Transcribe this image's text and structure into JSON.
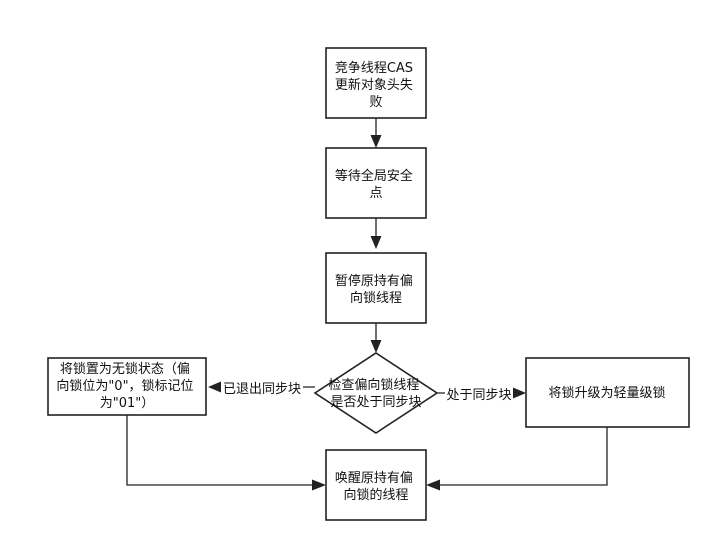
{
  "nodes": {
    "cas_fail": {
      "lines": [
        "竞争线程CAS",
        "更新对象头失",
        "败"
      ]
    },
    "safepoint": {
      "lines": [
        "等待全局安全",
        "点"
      ]
    },
    "pause": {
      "lines": [
        "暂停原持有偏",
        "向锁线程"
      ]
    },
    "check": {
      "lines": [
        "检查偏向锁线程",
        "是否处于同步块"
      ]
    },
    "unlock": {
      "lines": [
        "将锁置为无锁状态（偏",
        "向锁位为\"0\"，锁标记位",
        "为\"01\"）"
      ]
    },
    "upgrade": {
      "lines": [
        "将锁升级为轻量级锁"
      ]
    },
    "wake": {
      "lines": [
        "唤醒原持有偏",
        "向锁的线程"
      ]
    }
  },
  "edges": {
    "exited_label": "已退出同步块",
    "in_sync_label": "处于同步块"
  }
}
